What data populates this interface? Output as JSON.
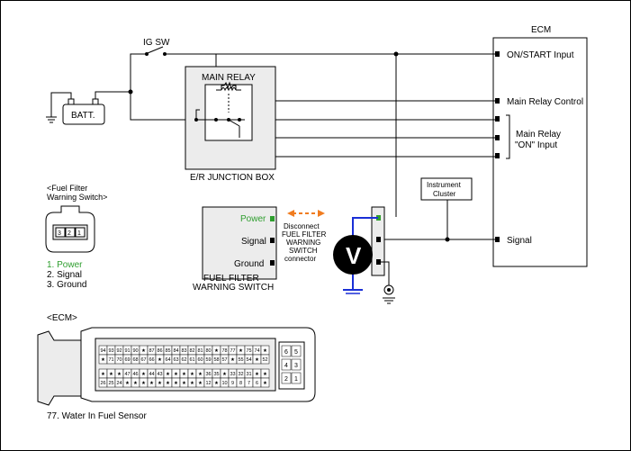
{
  "labels": {
    "ecm_title": "ECM",
    "ig_sw": "IG SW",
    "batt": "BATT.",
    "main_relay": "MAIN RELAY",
    "junction_box": "E/R JUNCTION BOX",
    "instrument_l1": "Instrument",
    "instrument_l2": "Cluster",
    "voltmeter": "V",
    "ecm_pin_on_start": "ON/START Input",
    "ecm_pin_main_relay_control": "Main Relay Control",
    "ecm_pin_main_relay_on_l1": "Main Relay",
    "ecm_pin_main_relay_on_l2": "\"ON\" Input",
    "ecm_pin_signal": "Signal",
    "switch_pin_power": "Power",
    "switch_pin_signal": "Signal",
    "switch_pin_ground": "Ground",
    "switch_name_l1": "FUEL FILTER",
    "switch_name_l2": "WARNING SWITCH",
    "disconnect_l1": "Disconnect",
    "disconnect_l2": "FUEL FILTER",
    "disconnect_l3": "WARNING",
    "disconnect_l4": "SWITCH",
    "disconnect_l5": "connector",
    "connector_title_l1": "<Fuel Filter",
    "connector_title_l2": "Warning Switch>",
    "connector_pins": [
      "3",
      "2",
      "1"
    ],
    "legend_1": "1. Power",
    "legend_2": "2. Signal",
    "legend_3": "3. Ground",
    "ecm_connector_title": "<ECM>",
    "footnote": "77. Water In Fuel Sensor",
    "ecm_connector_rows": [
      [
        "94",
        "93",
        "92",
        "91",
        "90",
        "★",
        "87",
        "86",
        "85",
        "84",
        "83",
        "82",
        "81",
        "80",
        "★",
        "78",
        "77",
        "★",
        "75",
        "74",
        "★"
      ],
      [
        "★",
        "71",
        "70",
        "69",
        "68",
        "67",
        "66",
        "★",
        "64",
        "63",
        "62",
        "61",
        "60",
        "59",
        "58",
        "57",
        "★",
        "55",
        "54",
        "★",
        "52"
      ],
      [
        "★",
        "★",
        "★",
        "47",
        "46",
        "★",
        "44",
        "43",
        "★",
        "★",
        "★",
        "★",
        "★",
        "36",
        "35",
        "★",
        "33",
        "32",
        "31",
        "★",
        "★"
      ],
      [
        "26",
        "25",
        "24",
        "★",
        "★",
        "★",
        "★",
        "★",
        "★",
        "★",
        "★",
        "★",
        "★",
        "12",
        "★",
        "10",
        "9",
        "8",
        "7",
        "6",
        "★"
      ]
    ],
    "ecm_small_rows": [
      [
        "6",
        "5"
      ],
      [
        "4",
        "3"
      ],
      [
        "2",
        "1"
      ]
    ]
  },
  "colors": {
    "power_green": "#2e9e2e",
    "ground_wire_blue": "#1a2fd6",
    "disconnect_arrow": "#f07c20"
  }
}
